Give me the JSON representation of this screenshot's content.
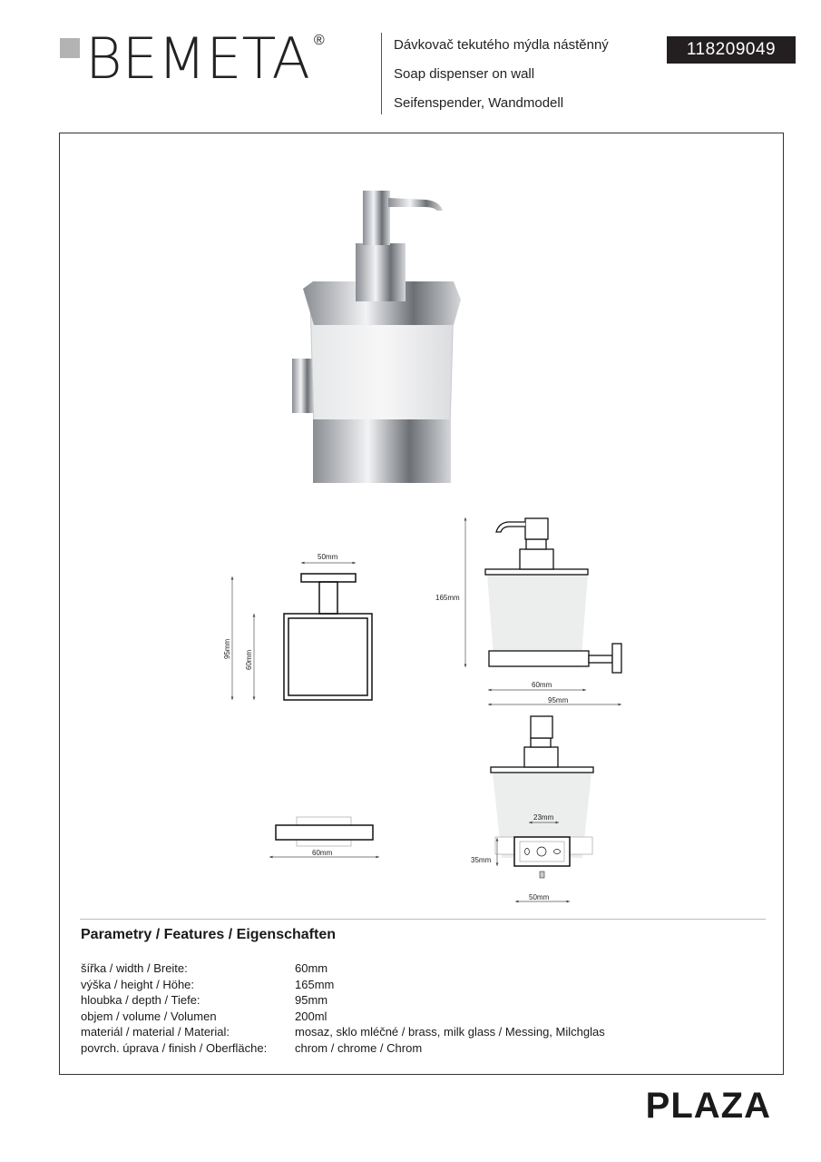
{
  "brand": {
    "name": "BEMETA",
    "registered": "®"
  },
  "header": {
    "title_cz": "Dávkovač tekutého mýdla nástěnný",
    "title_en": "Soap dispenser on wall",
    "title_de": "Seifenspender, Wandmodell",
    "product_code": "118209049"
  },
  "dimensions": {
    "front_width": "50mm",
    "front_total_height": "95mm",
    "front_inner_height": "60mm",
    "side_height": "165mm",
    "side_depth_glass": "60mm",
    "side_depth_total": "95mm",
    "top_width": "60mm",
    "back_hole_spacing": "23mm",
    "back_plate_height": "35mm",
    "back_plate_width": "50mm"
  },
  "features": {
    "title": "Parametry / Features / Eigenschaften",
    "rows": [
      {
        "label": "šířka / width / Breite:",
        "value": "60mm"
      },
      {
        "label": "výška / height / Höhe:",
        "value": "165mm"
      },
      {
        "label": "hloubka / depth / Tiefe:",
        "value": "95mm"
      },
      {
        "label": "objem / volume / Volumen",
        "value": "200ml"
      },
      {
        "label": "materiál / material / Material:",
        "value": "mosaz, sklo mléčné / brass, milk glass / Messing, Milchglas"
      },
      {
        "label": "povrch. úprava / finish / Oberfläche:",
        "value": "chrom / chrome / Chrom"
      }
    ]
  },
  "series": "PLAZA"
}
